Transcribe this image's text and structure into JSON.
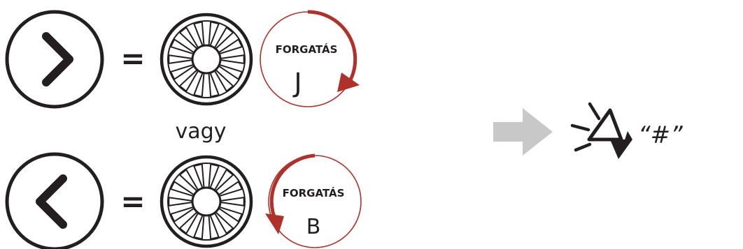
{
  "row_top": {
    "equals": "=",
    "rotate_label": "FORGATÁS",
    "direction_letter": "J"
  },
  "or_text": "vagy",
  "row_bottom": {
    "equals": "=",
    "rotate_label": "FORGATÁS",
    "direction_letter": "B"
  },
  "voice_prompt": "“#”",
  "colors": {
    "accent_red": "#b0302a",
    "stroke_dark": "#231f20",
    "arrow_gray": "#c8c8c8"
  },
  "icons": [
    "chevron-right-icon",
    "chevron-left-icon",
    "jog-dial-icon",
    "rotate-clockwise-arrow-icon",
    "rotate-counterclockwise-arrow-icon",
    "right-arrow-icon",
    "speaker-icon"
  ]
}
